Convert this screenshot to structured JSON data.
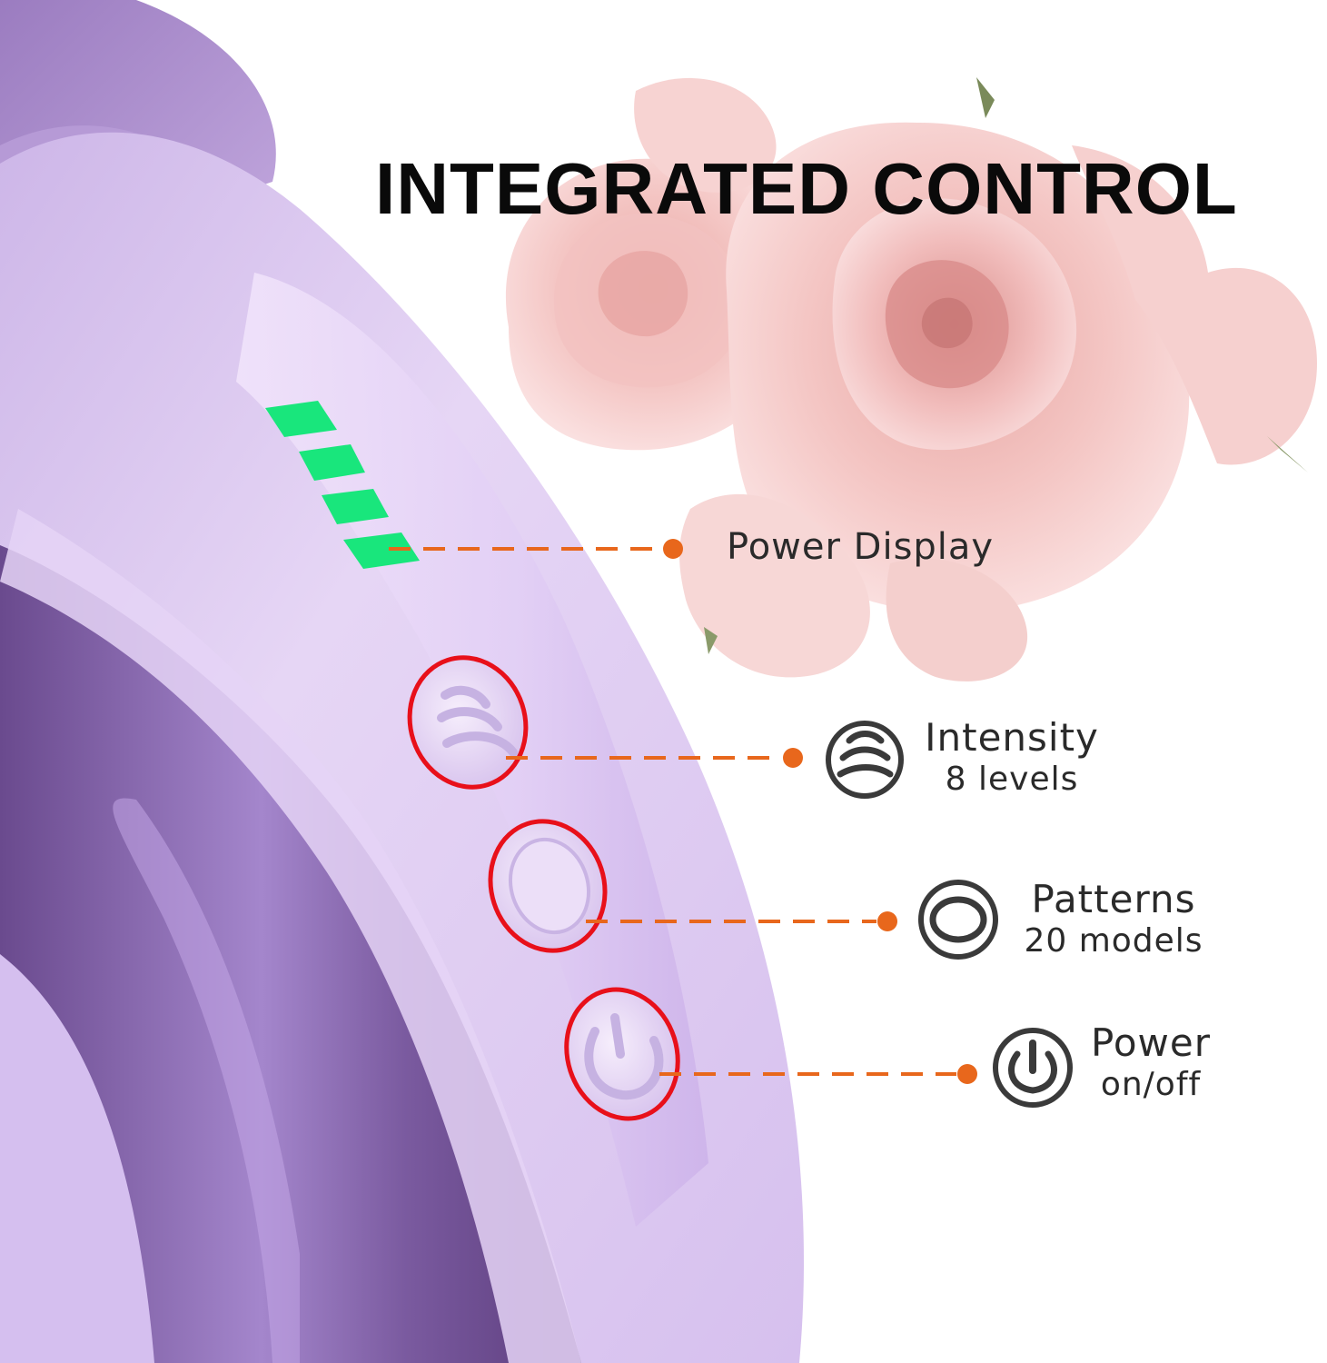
{
  "headline": "INTEGRATED CONTROL",
  "power_display": {
    "label": "Power Display",
    "levels_lit": 4,
    "levels_total": 4
  },
  "features": [
    {
      "title": "Intensity",
      "detail": "8 levels",
      "icon": "intensity-waves-icon"
    },
    {
      "title": "Patterns",
      "detail": "20 models",
      "icon": "pattern-ring-icon"
    },
    {
      "title": "Power",
      "detail": "on/off",
      "icon": "power-icon"
    }
  ],
  "colors": {
    "accent_orange": "#e8671c",
    "led_green": "#19e67c",
    "button_ring_red": "#e8101a",
    "device_lavender": "#d8c2ec",
    "icon_dark": "#3a3a3a"
  }
}
